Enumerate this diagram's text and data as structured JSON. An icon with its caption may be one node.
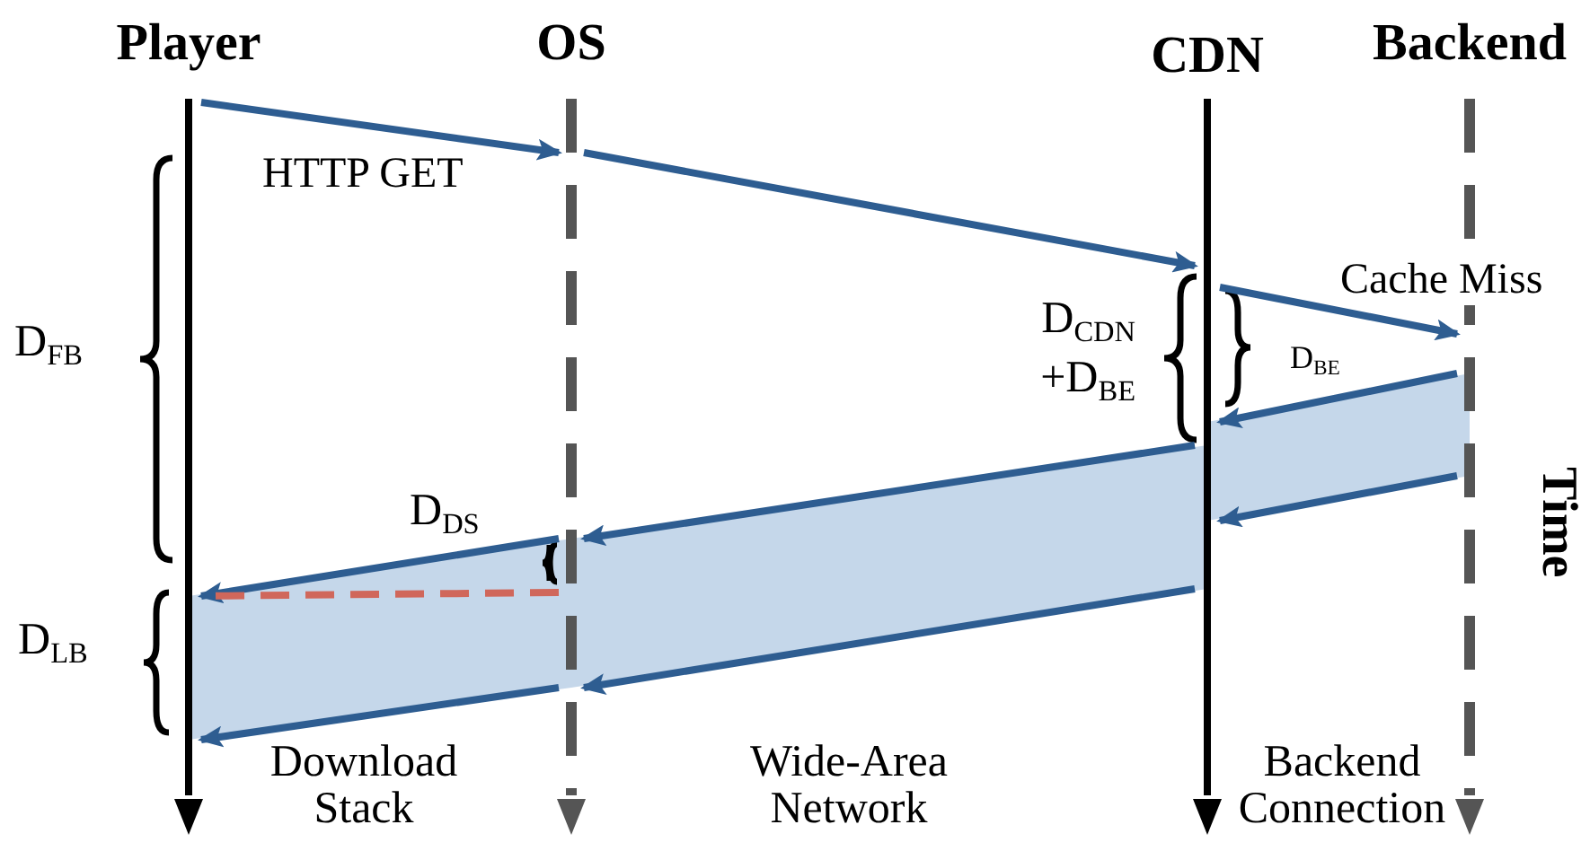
{
  "diagram": {
    "nodes": [
      {
        "text": [
          "Player"
        ]
      },
      {
        "text": [
          "OS"
        ]
      },
      {
        "text": [
          "CDN"
        ]
      },
      {
        "text": [
          "Backend"
        ]
      }
    ],
    "edges": [
      {
        "from": 0,
        "to": 1,
        "arrow": "to",
        "label": "HTTP GET"
      },
      {
        "from": 1,
        "to": 2,
        "arrow": "to"
      },
      {
        "from": 2,
        "to": 3,
        "arrow": "to",
        "label": "Cache Miss"
      },
      {
        "from": 3,
        "to": 2,
        "arrow": "to"
      },
      {
        "from": 3,
        "to": 2,
        "arrow": "to"
      },
      {
        "from": 2,
        "to": 1,
        "arrow": "to"
      },
      {
        "from": 2,
        "to": 1,
        "arrow": "to"
      },
      {
        "from": 1,
        "to": 0,
        "arrow": "to"
      },
      {
        "from": 1,
        "to": 0,
        "arrow": "to"
      },
      {
        "from": 1,
        "to": 0,
        "arrow": "none",
        "style": "dashed",
        "color": "#d0675b"
      }
    ],
    "labels": [
      "D$_{FB}$",
      "D$_{CDN}$ +D$_{BE}$",
      "D$_{BE}$",
      "D$_{DS}$",
      "D$_{LB}$",
      "Download Stack",
      "Wide-Area Network",
      "Backend Connection",
      "Time"
    ]
  }
}
